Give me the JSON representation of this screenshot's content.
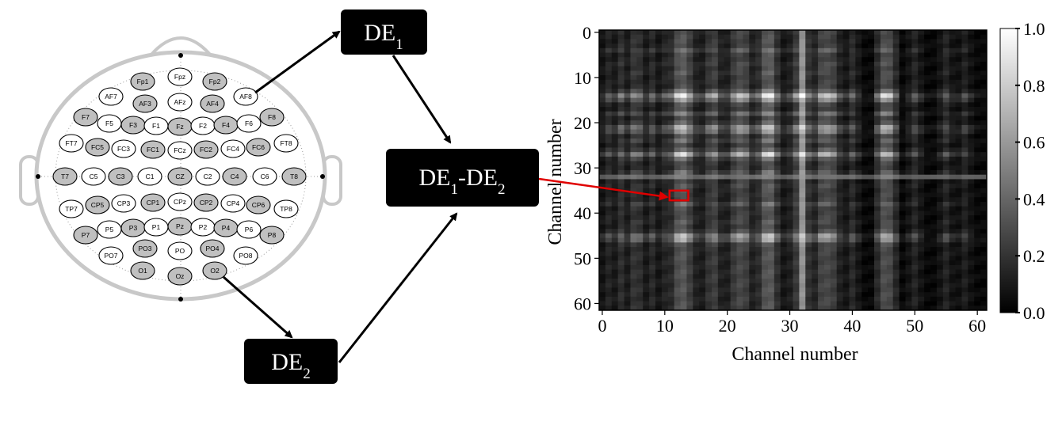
{
  "diagram": {
    "nodes": {
      "de1": {
        "main": "DE",
        "sub": "1"
      },
      "de2": {
        "main": "DE",
        "sub": "2"
      },
      "diff": {
        "main1": "DE",
        "sub1": "1",
        "dash": "-",
        "main2": "DE",
        "sub2": "2"
      }
    },
    "electrodes": [
      {
        "label": "Fp1",
        "shaded": true
      },
      {
        "label": "Fpz",
        "shaded": false
      },
      {
        "label": "Fp2",
        "shaded": true
      },
      {
        "label": "AF7",
        "shaded": false
      },
      {
        "label": "AF3",
        "shaded": true
      },
      {
        "label": "AFz",
        "shaded": false
      },
      {
        "label": "AF4",
        "shaded": true
      },
      {
        "label": "AF8",
        "shaded": false
      },
      {
        "label": "F7",
        "shaded": true
      },
      {
        "label": "F5",
        "shaded": false
      },
      {
        "label": "F3",
        "shaded": true
      },
      {
        "label": "F1",
        "shaded": false
      },
      {
        "label": "Fz",
        "shaded": true
      },
      {
        "label": "F2",
        "shaded": false
      },
      {
        "label": "F4",
        "shaded": true
      },
      {
        "label": "F6",
        "shaded": false
      },
      {
        "label": "F8",
        "shaded": true
      },
      {
        "label": "FT7",
        "shaded": false
      },
      {
        "label": "FC5",
        "shaded": true
      },
      {
        "label": "FC3",
        "shaded": false
      },
      {
        "label": "FC1",
        "shaded": true
      },
      {
        "label": "FCz",
        "shaded": false
      },
      {
        "label": "FC2",
        "shaded": true
      },
      {
        "label": "FC4",
        "shaded": false
      },
      {
        "label": "FC6",
        "shaded": true
      },
      {
        "label": "FT8",
        "shaded": false
      },
      {
        "label": "T7",
        "shaded": true
      },
      {
        "label": "C5",
        "shaded": false
      },
      {
        "label": "C3",
        "shaded": true
      },
      {
        "label": "C1",
        "shaded": false
      },
      {
        "label": "CZ",
        "shaded": true
      },
      {
        "label": "C2",
        "shaded": false
      },
      {
        "label": "C4",
        "shaded": true
      },
      {
        "label": "C6",
        "shaded": false
      },
      {
        "label": "T8",
        "shaded": true
      },
      {
        "label": "TP7",
        "shaded": false
      },
      {
        "label": "CP5",
        "shaded": true
      },
      {
        "label": "CP3",
        "shaded": false
      },
      {
        "label": "CP1",
        "shaded": true
      },
      {
        "label": "CPz",
        "shaded": false
      },
      {
        "label": "CP2",
        "shaded": true
      },
      {
        "label": "CP4",
        "shaded": false
      },
      {
        "label": "CP6",
        "shaded": true
      },
      {
        "label": "TP8",
        "shaded": false
      },
      {
        "label": "P7",
        "shaded": true
      },
      {
        "label": "P5",
        "shaded": false
      },
      {
        "label": "P3",
        "shaded": true
      },
      {
        "label": "P1",
        "shaded": false
      },
      {
        "label": "Pz",
        "shaded": true
      },
      {
        "label": "P2",
        "shaded": false
      },
      {
        "label": "P4",
        "shaded": true
      },
      {
        "label": "P6",
        "shaded": false
      },
      {
        "label": "P8",
        "shaded": true
      },
      {
        "label": "PO7",
        "shaded": false
      },
      {
        "label": "PO3",
        "shaded": true
      },
      {
        "label": "PO",
        "shaded": false
      },
      {
        "label": "PO4",
        "shaded": true
      },
      {
        "label": "PO8",
        "shaded": false
      },
      {
        "label": "O1",
        "shaded": true
      },
      {
        "label": "Oz",
        "shaded": true
      },
      {
        "label": "O2",
        "shaded": true
      }
    ],
    "colors": {
      "box_fill": "#000000",
      "arrow": "#000000",
      "highlight": "#e00000",
      "electrode_shaded": "#c0c0c0",
      "head_outline": "#c8c8c8"
    }
  },
  "chart_data": {
    "type": "heatmap",
    "title": "",
    "xlabel": "Channel number",
    "ylabel": "Channel number",
    "xlim": [
      0,
      61
    ],
    "ylim": [
      0,
      61
    ],
    "x_ticks": [
      "0",
      "10",
      "20",
      "30",
      "40",
      "50",
      "60"
    ],
    "y_ticks": [
      "0",
      "10",
      "20",
      "30",
      "40",
      "50",
      "60"
    ],
    "colorbar": {
      "min": 0.0,
      "max": 1.0,
      "ticks": [
        "0.0",
        "0.2",
        "0.4",
        "0.6",
        "0.8",
        "1.0"
      ]
    },
    "colormap": "gray",
    "highlight_cell": {
      "x": [
        11,
        14
      ],
      "y": [
        35,
        37
      ]
    }
  }
}
